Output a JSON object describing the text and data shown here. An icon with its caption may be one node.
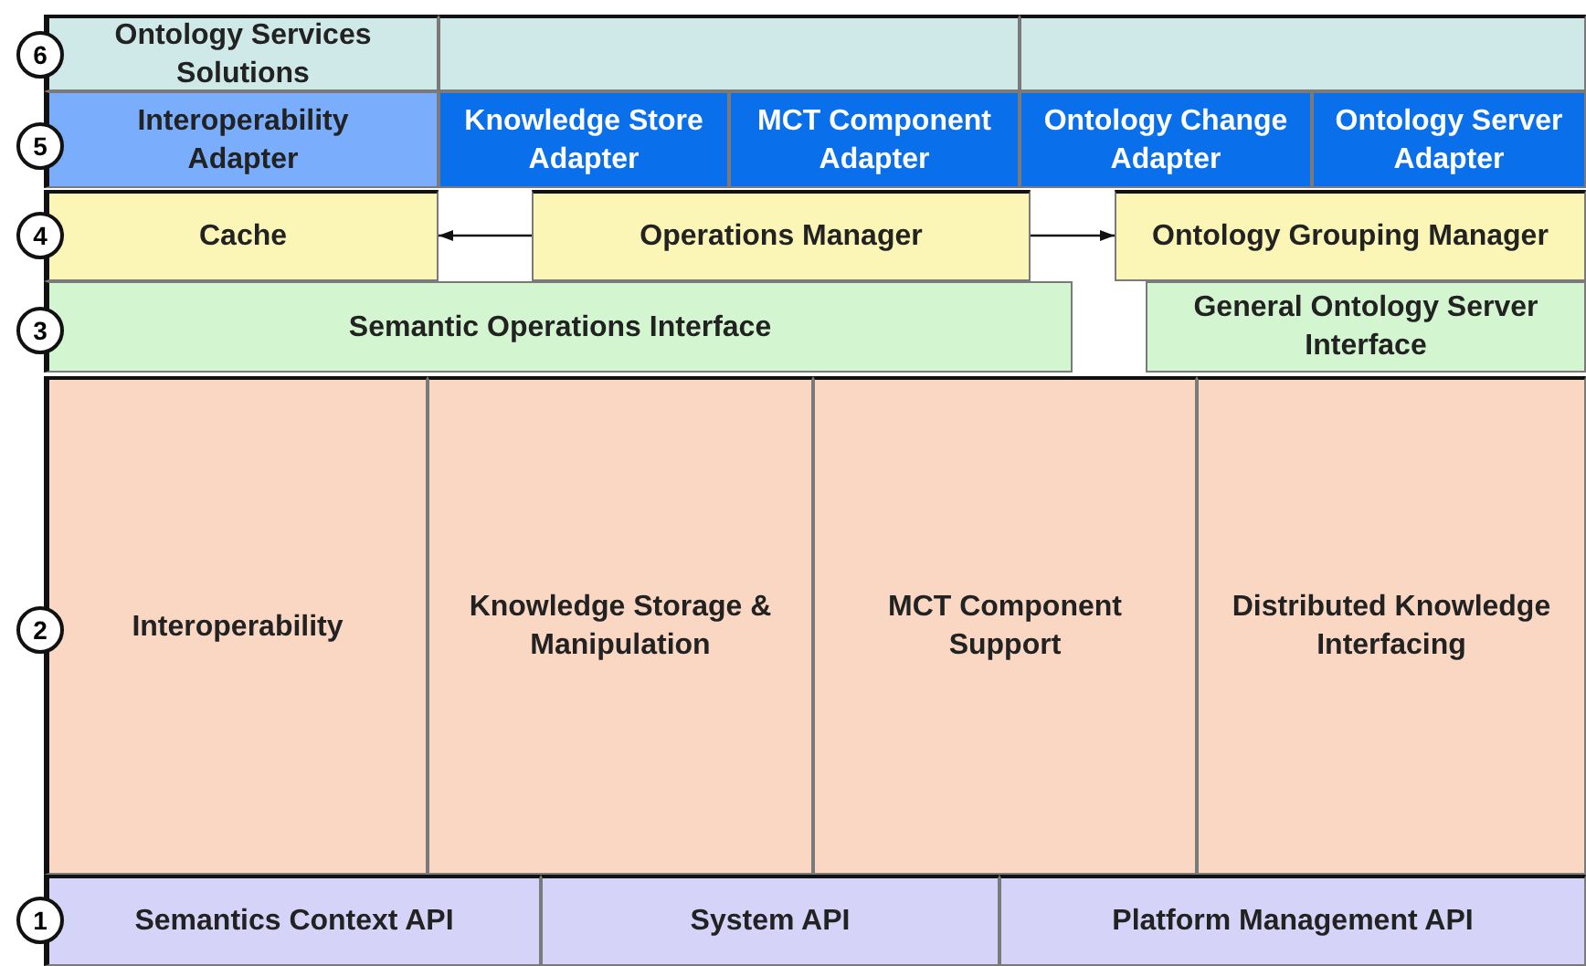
{
  "diagram": {
    "nodes": [
      {
        "text": [
          "Ontology Services Solutions"
        ]
      },
      {
        "text": [],
        "shape": "box"
      },
      {
        "text": [],
        "shape": "box"
      },
      {
        "text": [
          "Interoperability Adapter"
        ]
      },
      {
        "text": [
          "Knowledge Store Adapter"
        ]
      },
      {
        "text": [
          "MCT Component Adapter"
        ]
      },
      {
        "text": [
          "Ontology Change Adapter"
        ]
      },
      {
        "text": [
          "Ontology Server Adapter"
        ]
      },
      {
        "text": [
          "Cache"
        ]
      },
      {
        "text": [
          "Operations Manager"
        ]
      },
      {
        "text": [
          "Ontology Grouping Manager"
        ]
      },
      {
        "text": [
          "Semantic Operations Interface"
        ]
      },
      {
        "text": [
          "General Ontology Server Interface"
        ]
      },
      {
        "text": [
          "Interoperability"
        ]
      },
      {
        "text": [
          "Knowledge Storage & Manipulation"
        ]
      },
      {
        "text": [
          "MCT Component Support"
        ]
      },
      {
        "text": [
          "Distributed Knowledge Interfacing"
        ]
      },
      {
        "text": [
          "Semantics Context API"
        ]
      },
      {
        "text": [
          "System API"
        ]
      },
      {
        "text": [
          "Platform Management API"
        ]
      }
    ],
    "edges": [
      {
        "from": 9,
        "to": 8,
        "arrow": "to"
      },
      {
        "from": 9,
        "to": 10,
        "arrow": "to"
      }
    ],
    "labels": [
      "6",
      "5",
      "4",
      "3",
      "2",
      "1"
    ]
  }
}
